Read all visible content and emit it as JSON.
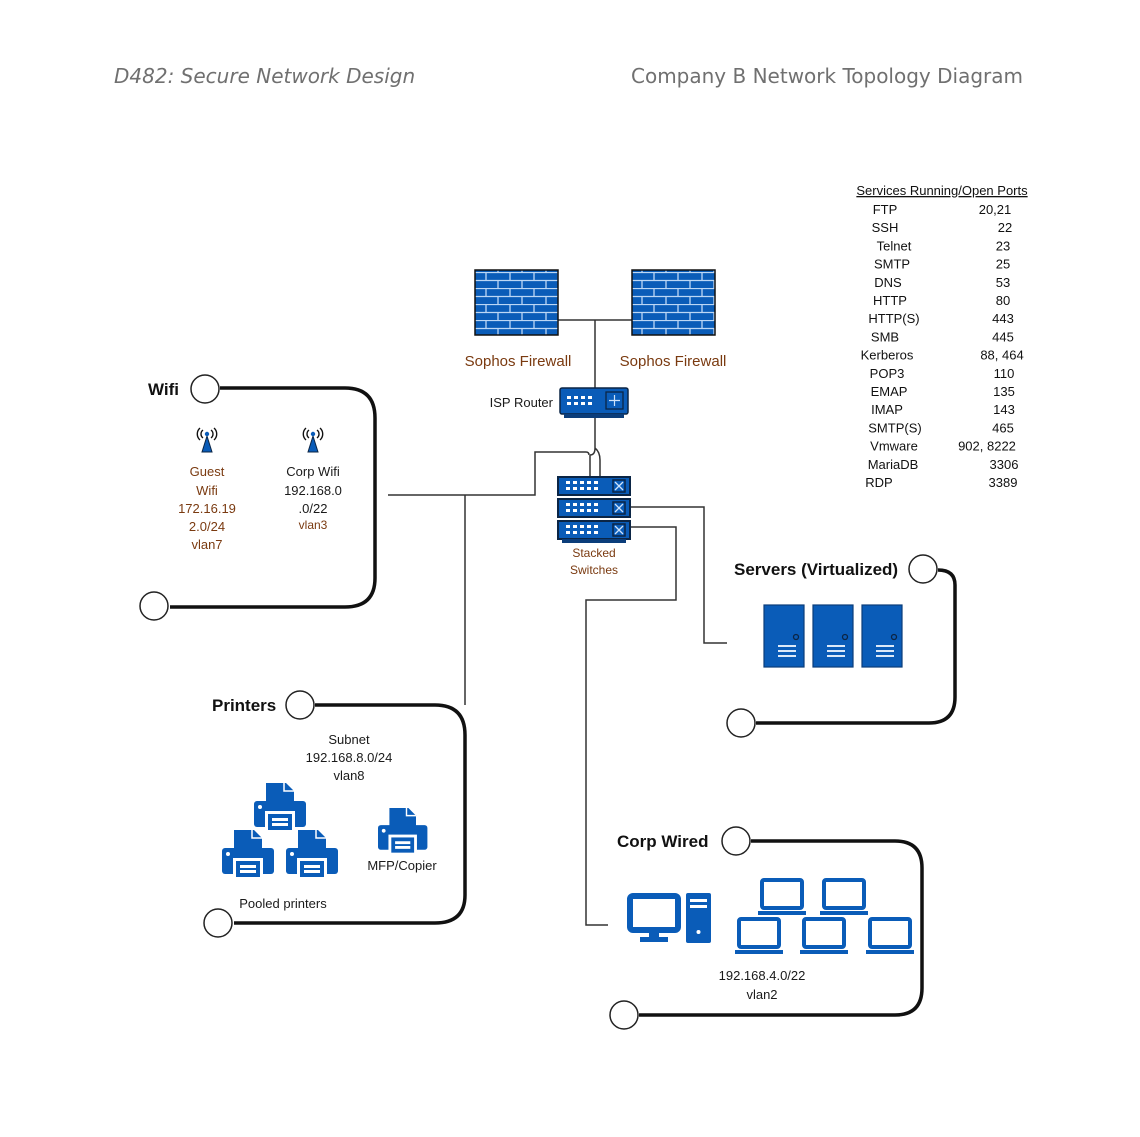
{
  "header": {
    "course": "D482: Secure Network Design",
    "title": "Company B Network Topology Diagram"
  },
  "colors": {
    "device_blue": "#0a5cb8",
    "device_dark": "#0b3d7a",
    "label_brown": "#7a3a10",
    "wire": "#333333"
  },
  "core": {
    "firewall_left": {
      "label": "Sophos Firewall",
      "icon": "firewall-icon"
    },
    "firewall_right": {
      "label": "Sophos Firewall",
      "icon": "firewall-icon"
    },
    "router": {
      "label": "ISP Router",
      "icon": "router-icon"
    },
    "switch": {
      "label_line1": "Stacked",
      "label_line2": "Switches",
      "icon": "switch-stack-icon"
    }
  },
  "segments": {
    "wifi": {
      "title": "Wifi",
      "guest": {
        "lines": [
          "Guest",
          "Wifi",
          "172.16.19",
          "2.0/24",
          "vlan7"
        ],
        "icon": "wireless-ap-icon"
      },
      "corp": {
        "lines": [
          "Corp Wifi",
          "192.168.0",
          ".0/22",
          "vlan3"
        ],
        "icon": "wireless-ap-icon"
      }
    },
    "printers": {
      "title": "Printers",
      "subnet_lines": [
        "Subnet",
        "192.168.8.0/24",
        "vlan8"
      ],
      "pooled_label": "Pooled printers",
      "mfp_label": "MFP/Copier"
    },
    "servers": {
      "title": "Servers (Virtualized)",
      "count": 3
    },
    "corp_wired": {
      "title": "Corp Wired",
      "subnet": "192.168.4.0/22",
      "vlan": "vlan2"
    }
  },
  "services": {
    "title": "Services Running/Open Ports",
    "rows": [
      {
        "service": "FTP",
        "ports": "20,21"
      },
      {
        "service": "SSH",
        "ports": "22"
      },
      {
        "service": "Telnet",
        "ports": "23"
      },
      {
        "service": "SMTP",
        "ports": "25"
      },
      {
        "service": "DNS",
        "ports": "53"
      },
      {
        "service": "HTTP",
        "ports": "80"
      },
      {
        "service": "HTTP(S)",
        "ports": "443"
      },
      {
        "service": "SMB",
        "ports": "445"
      },
      {
        "service": "Kerberos",
        "ports": "88, 464"
      },
      {
        "service": "POP3",
        "ports": "110"
      },
      {
        "service": "EMAP",
        "ports": "135"
      },
      {
        "service": "IMAP",
        "ports": "143"
      },
      {
        "service": "SMTP(S)",
        "ports": "465"
      },
      {
        "service": "Vmware",
        "ports": "902, 8222"
      },
      {
        "service": "MariaDB",
        "ports": "3306"
      },
      {
        "service": "RDP",
        "ports": "3389"
      }
    ]
  }
}
